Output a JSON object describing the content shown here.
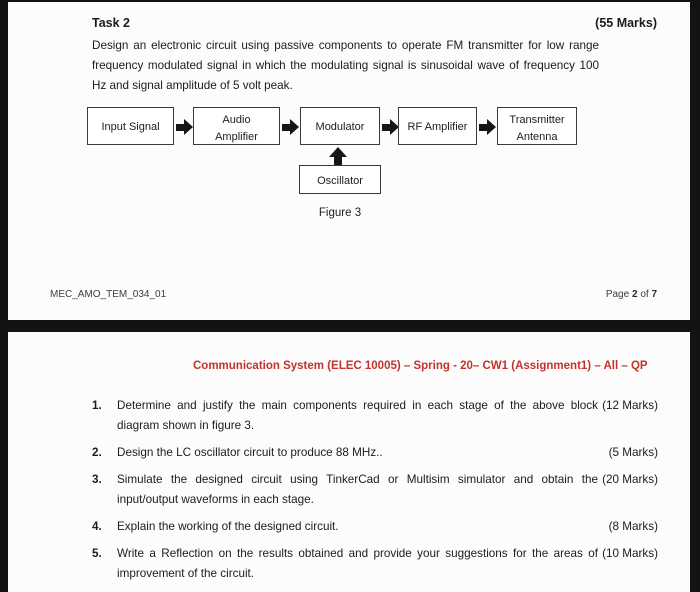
{
  "colors": {
    "title_red": "#c2332d",
    "ink": "#1c1c1c"
  },
  "page_top": {
    "task_title": "Task 2",
    "task_marks": "(55 Marks)",
    "task_description": "Design an electronic circuit using passive components to operate FM transmitter for low range frequency modulated signal in which the modulating signal is sinusoidal wave of frequency 100 Hz and signal amplitude of 5 volt peak.",
    "diagram": {
      "blocks": [
        {
          "label": "Input Signal"
        },
        {
          "label": "Audio\nAmplifier"
        },
        {
          "label": "Modulator"
        },
        {
          "label": "RF Amplifier"
        },
        {
          "label": "Transmitter\nAntenna"
        }
      ],
      "oscillator_label": "Oscillator",
      "caption": "Figure 3"
    },
    "footer": {
      "doc_code": "MEC_AMO_TEM_034_01",
      "page_label": "Page",
      "page_number": "2",
      "of_label": "of",
      "page_total": "7"
    }
  },
  "page_bottom": {
    "title": "Communication System (ELEC 10005) – Spring - 20– CW1 (Assignment1) – All – QP",
    "questions": [
      {
        "num": "1.",
        "text": "Determine and justify the main components required in each stage of the above block diagram shown in figure 3.",
        "marks": "(12 Marks)"
      },
      {
        "num": "2.",
        "text": "Design the LC oscillator circuit to produce 88 MHz..",
        "marks": "(5 Marks)"
      },
      {
        "num": "3.",
        "text": "Simulate the designed circuit using TinkerCad or Multisim simulator and obtain the input/output waveforms in each stage.",
        "marks": "(20 Marks)"
      },
      {
        "num": "4.",
        "text": "Explain the working of the designed circuit.",
        "marks": "(8 Marks)"
      },
      {
        "num": "5.",
        "text": "Write a Reflection on the results obtained and provide your suggestions for the areas of improvement of the circuit.",
        "marks": "(10 Marks)"
      }
    ]
  }
}
